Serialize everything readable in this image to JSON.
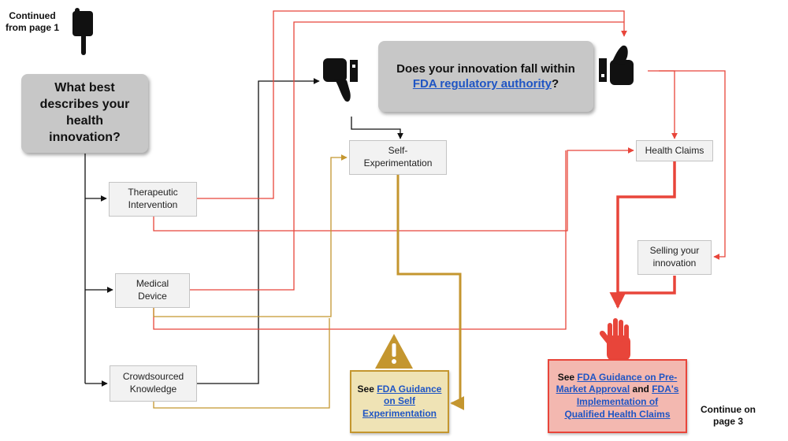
{
  "continued_label": "Continued from page 1",
  "continue_label": "Continue on page 3",
  "question": {
    "prefix": "Does your innovation fall within",
    "link": "FDA regulatory authority",
    "suffix": "?"
  },
  "start_box": "What best describes your health innovation?",
  "categories": {
    "therapeutic": "Therapeutic Intervention",
    "device": "Medical Device",
    "crowd": "Crowdsourced Knowledge"
  },
  "self_experimentation": "Self-Experimentation",
  "health_claims": "Health Claims",
  "selling": "Selling your innovation",
  "guidance_self": {
    "see": "See",
    "link": "FDA Guidance on Self Experimentation"
  },
  "guidance_premarket": {
    "see": "See",
    "link1": "FDA Guidance on Pre-Market Approval",
    "and": "and",
    "link2": "FDA's Implementation of Qualified Health Claims"
  },
  "icons": {
    "pointing": "pointing-down-hand-icon",
    "thumbs_down": "thumbs-down-icon",
    "thumbs_up": "thumbs-up-icon",
    "warning": "warning-triangle-icon",
    "stop": "stop-hand-icon"
  },
  "colors": {
    "red": "#e8453a",
    "gold": "#c4962f",
    "black": "#111111",
    "grey_box": "#c7c7c7",
    "gold_box": "#efe3b5",
    "red_box": "#f3b8b0",
    "link": "#1f55c4"
  }
}
